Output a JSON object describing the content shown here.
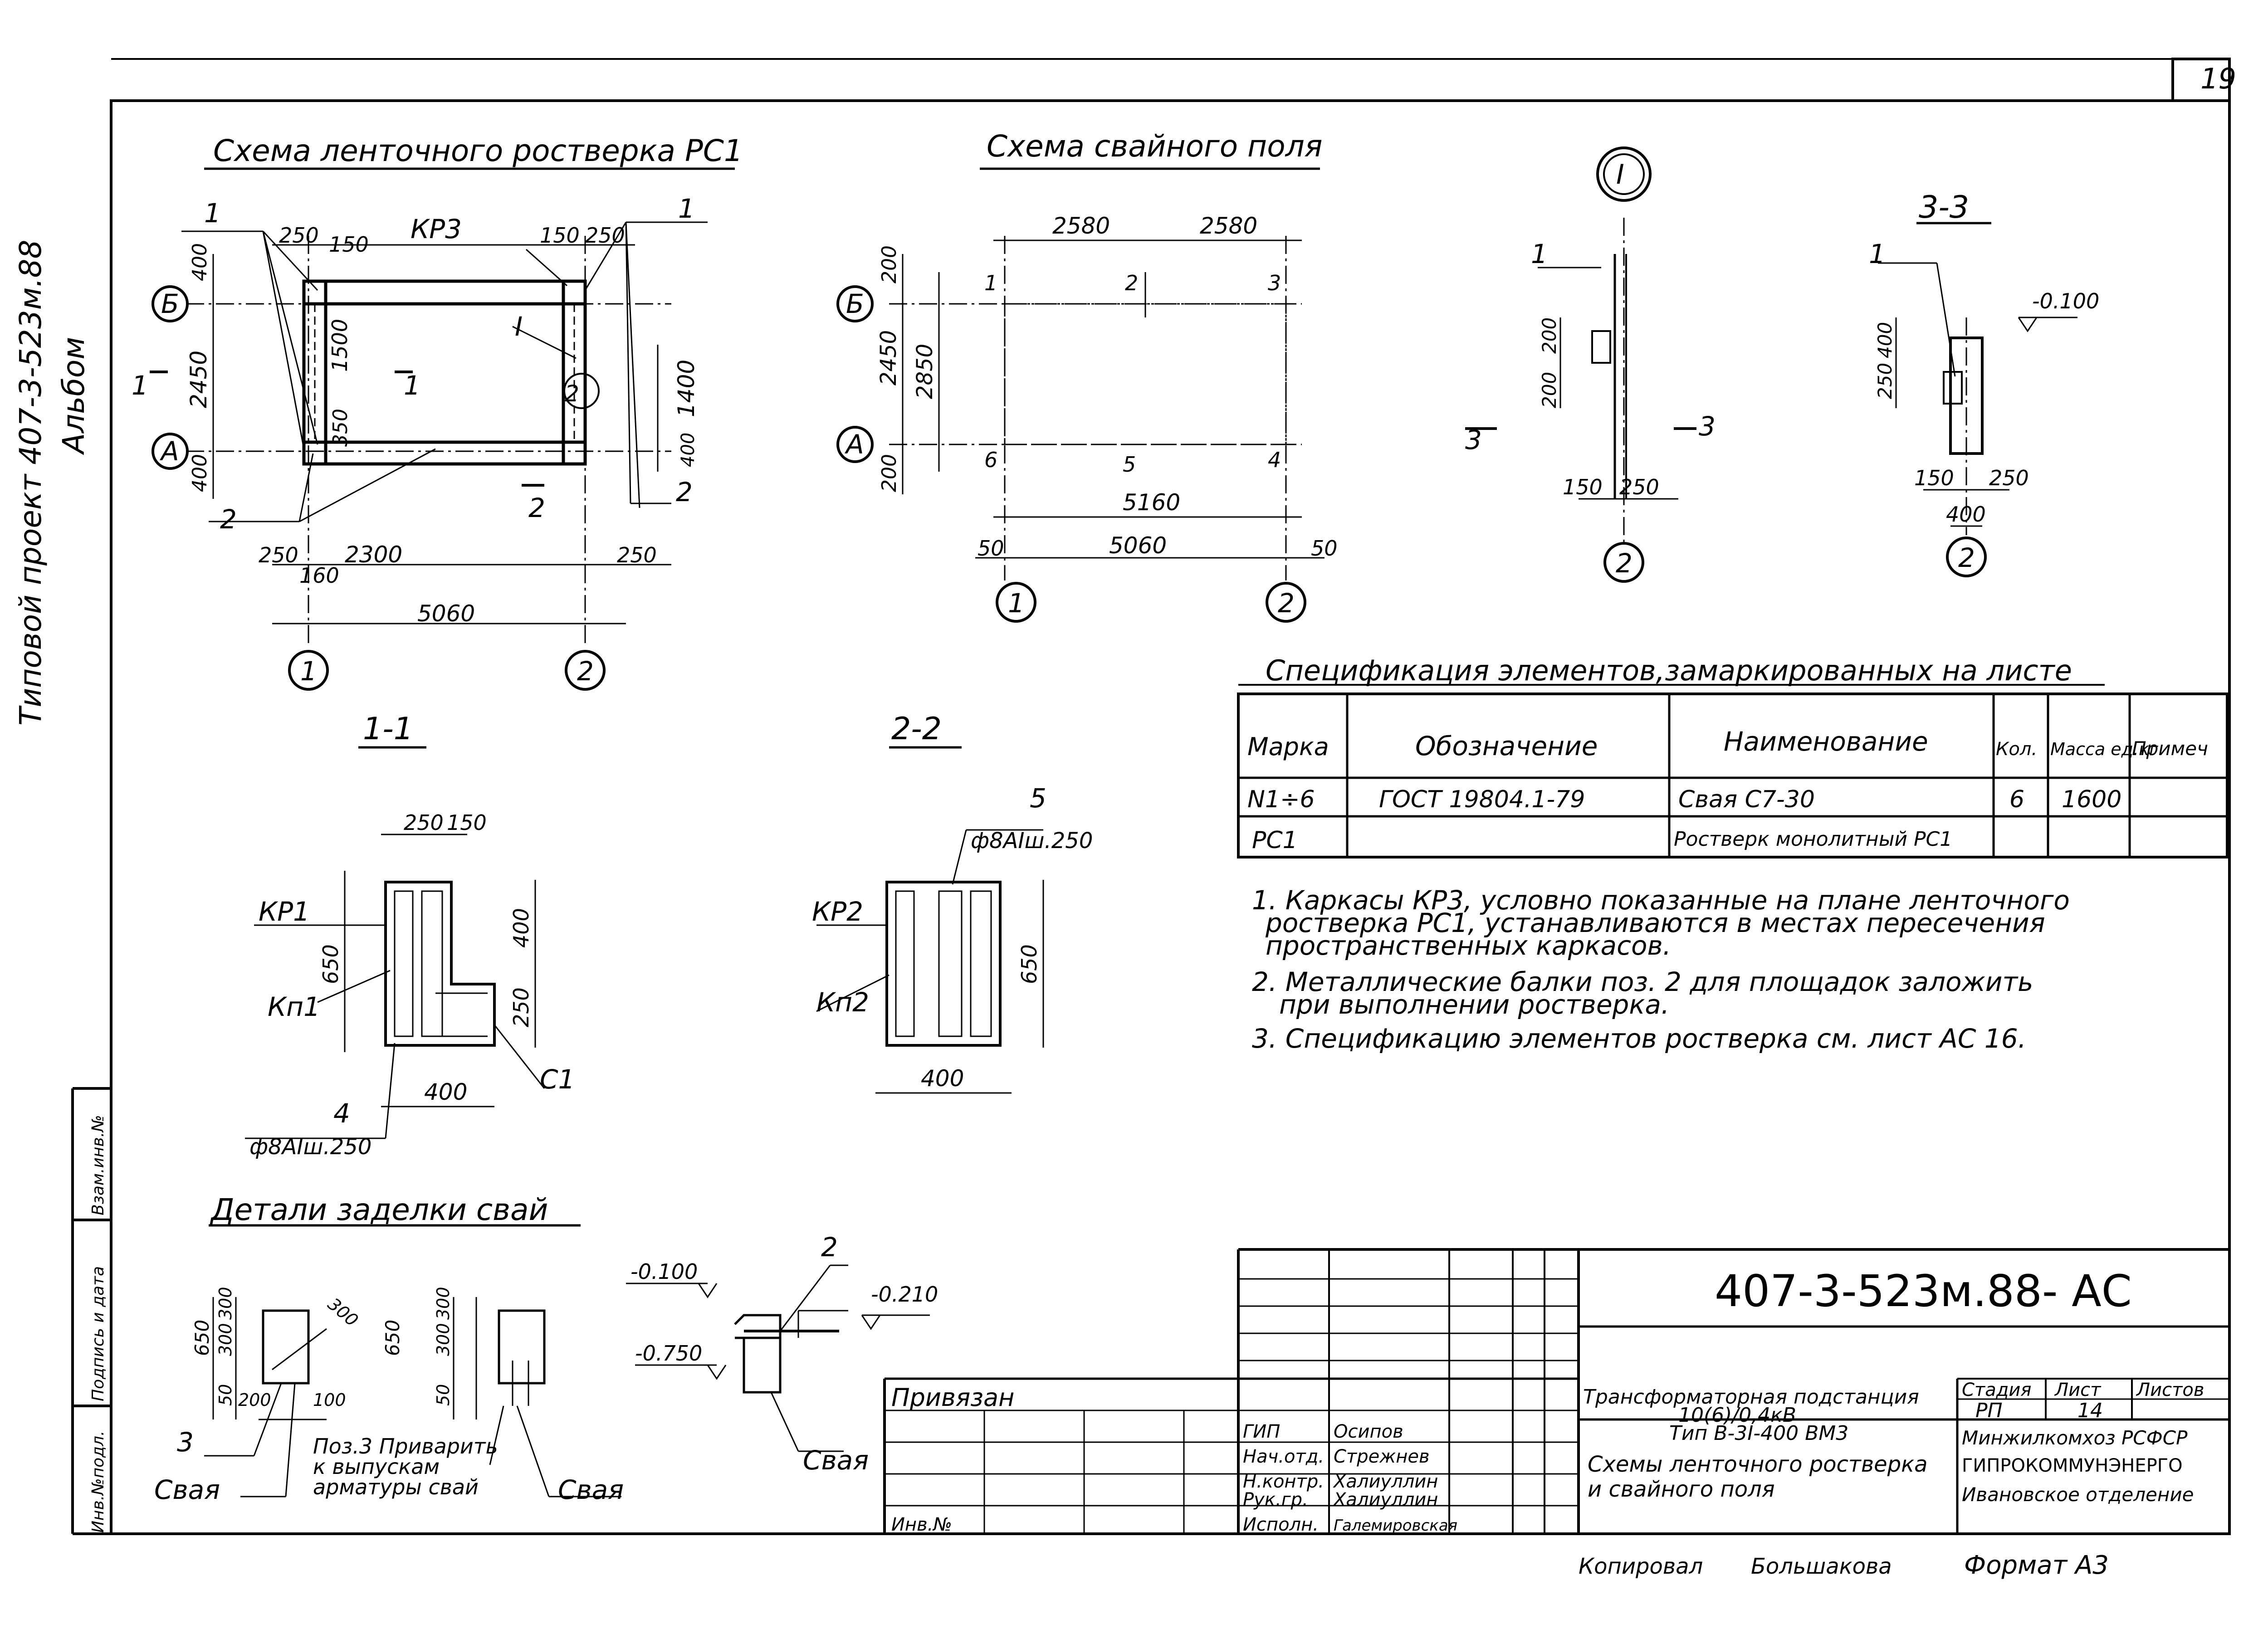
{
  "sheet": {
    "page_number": "19",
    "side_project": "Типовой проект 407-3-523м.88",
    "side_album": "Альбом",
    "side_boxes": [
      "Инв.№подл.",
      "Подпись и дата",
      "Взам.инв.№"
    ]
  },
  "plan_rostverk": {
    "title": "Схема ленточного ростверка РС1",
    "labels": {
      "kr3": "КР3",
      "detail_I": "I",
      "pos1": "1",
      "pos2": "2"
    },
    "axes": {
      "B": "Б",
      "A": "А",
      "n1": "1",
      "n2": "2"
    },
    "section_marks": {
      "s1": "1",
      "s2": "2"
    },
    "dims": {
      "top_250a": "250",
      "top_150a": "150",
      "top_150b": "150",
      "top_250b": "250",
      "left_400a": "400",
      "left_2450": "2450",
      "left_400b": "400",
      "mid_1500": "1500",
      "mid_350": "350",
      "right_1400": "1400",
      "right_400": "400",
      "bot_250a": "250",
      "bot_2300": "2300",
      "bot_160": "160",
      "bot_250b": "250",
      "bot_5060": "5060"
    }
  },
  "plan_piles": {
    "title": "Схема свайного поля",
    "axes": {
      "B": "Б",
      "A": "А",
      "n1": "1",
      "n2": "2"
    },
    "pile_numbers": [
      "1",
      "2",
      "3",
      "4",
      "5",
      "6"
    ],
    "dims": {
      "top_2580a": "2580",
      "top_2580b": "2580",
      "left_200a": "200",
      "left_2450": "2450",
      "left_2850": "2850",
      "left_200b": "200",
      "bot_5160": "5160",
      "bot_50a": "50",
      "bot_5060": "5060",
      "bot_50b": "50"
    }
  },
  "detail_I": {
    "label": "I",
    "pos": "1",
    "axis": "2",
    "dims": {
      "d200a": "200",
      "d200b": "200",
      "d150": "150",
      "d250": "250"
    },
    "section": "3"
  },
  "section_3_3": {
    "title": "3-3",
    "pos": "1",
    "level": "-0.100",
    "axis": "2",
    "dims": {
      "d400": "400",
      "d250": "250",
      "d150": "150",
      "d250b": "250",
      "d400b": "400"
    }
  },
  "section_1_1": {
    "title": "1-1",
    "labels": {
      "kr1": "КР1",
      "kp1": "Кп1",
      "c1": "С1",
      "pos4": "4",
      "rebar": "ф8АIш.250"
    },
    "dims": {
      "d250": "250",
      "d150": "150",
      "d650": "650",
      "d400": "400",
      "d250v": "250",
      "d400b": "400"
    }
  },
  "section_2_2": {
    "title": "2-2",
    "labels": {
      "kr2": "КР2",
      "kp2": "Кп2",
      "pos5": "5",
      "rebar": "ф8АIш.250"
    },
    "dims": {
      "d650": "650",
      "d400": "400"
    }
  },
  "pile_details": {
    "title": "Детали заделки свай",
    "labels": {
      "pos3": "3",
      "pile_a": "Свая",
      "weld1": "Поз.3 Приварить",
      "weld2": "к выпускам",
      "weld3": "арматуры свай",
      "pile_b": "Свая",
      "pile_c": "Свая",
      "pos2": "2"
    },
    "dims": {
      "d650a": "650",
      "d300a": "300",
      "d300b": "300",
      "d50a": "50",
      "d200": "200",
      "d100": "100",
      "d300c": "300",
      "d650b": "650",
      "d300d": "300",
      "d300e": "300",
      "d50b": "50"
    },
    "levels": {
      "l1": "-0.100",
      "l2": "-0.750",
      "l3": "-0.210"
    }
  },
  "spec": {
    "title": "Спецификация элементов,замаркированных на листе",
    "headers": [
      "Марка",
      "Обозначение",
      "Наименование",
      "Кол.",
      "Масса ед.кг",
      "Примеч"
    ],
    "rows": [
      [
        "N1÷6",
        "ГОСТ 19804.1-79",
        "Свая С7-30",
        "6",
        "1600",
        ""
      ],
      [
        "РС1",
        "",
        "Ростверк монолитный РС1",
        "",
        "",
        ""
      ]
    ]
  },
  "notes": [
    "1. Каркасы КР3, условно показанные на плане ленточного",
    "ростверка РС1, устанавливаются в местах пересечения",
    "пространственных каркасов.",
    "2. Металлические балки поз. 2 для площадок заложить",
    "при выполнении ростверка.",
    "3. Спецификацию элементов ростверка см. лист АС 16."
  ],
  "title_block": {
    "code": "407-3-523м.88- АС",
    "project_l1": "Трансформаторная подстанция",
    "project_l2": "10(6)/0,4кВ",
    "project_l3": "Тип В-3I-400 ВМ3",
    "sheet_title_l1": "Схемы ленточного ростверка",
    "sheet_title_l2": "и свайного поля",
    "stage_h": "Стадия",
    "sheet_h": "Лист",
    "sheets_h": "Листов",
    "stage": "РП",
    "sheet": "14",
    "sheets": "",
    "org1": "Минжилкомхоз РСФСР",
    "org2": "ГИПРОКОММУНЭНЕРГО",
    "org3": "Ивановское отделение",
    "privyazan": "Привязан",
    "inv": "Инв.№",
    "roles": [
      "ГИП",
      "Нач.отд.",
      "Н.контр.",
      "Рук.гр.",
      "Исполн."
    ],
    "names": [
      "Осипов",
      "Стрежнев",
      "Халиуллин",
      "Халиуллин",
      "Галемировская"
    ],
    "copied_label": "Копировал",
    "copied_name": "Большакова",
    "format": "Формат А3"
  }
}
